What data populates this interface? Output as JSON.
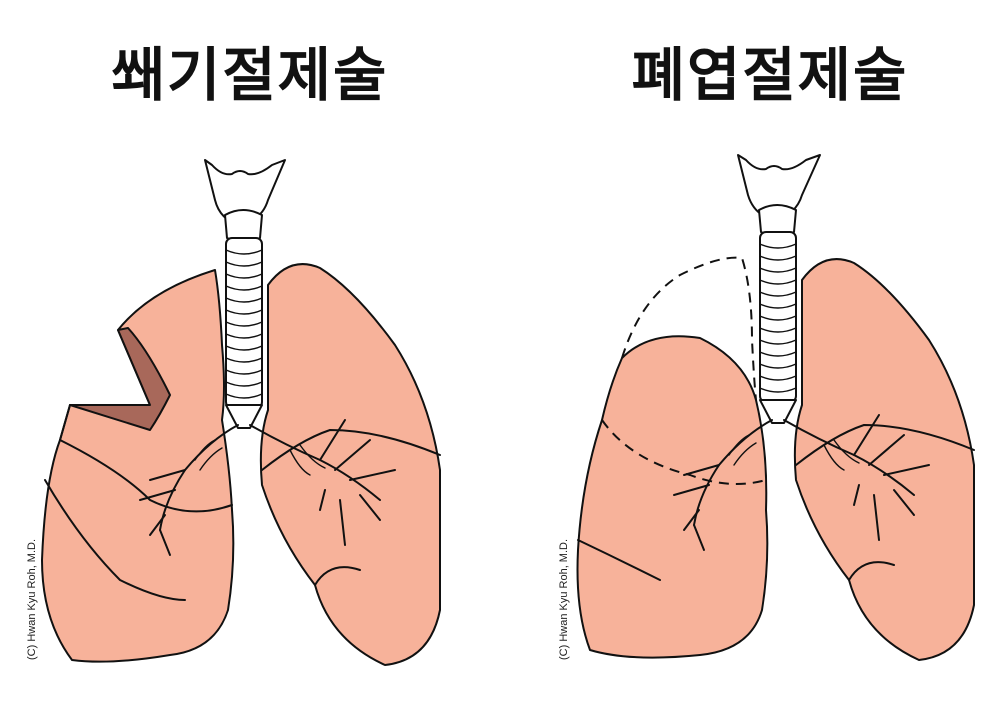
{
  "titles": {
    "left": "쐐기절제술",
    "right": "폐엽절제술"
  },
  "credits": {
    "left": "(C) Hwan Kyu Roh, M.D.",
    "right": "(C) Hwan Kyu Roh, M.D."
  },
  "colors": {
    "lung_fill": "#F7B29A",
    "wedge_cut_fill": "#A8685A",
    "outline": "#111111"
  }
}
